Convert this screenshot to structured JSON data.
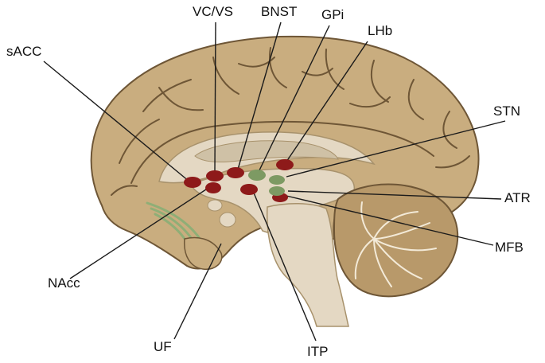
{
  "diagram": {
    "labels": {
      "vc_vs": "VC/VS",
      "bnst": "BNST",
      "gpi": "GPi",
      "lhb": "LHb",
      "sacc": "sACC",
      "stn": "STN",
      "atr": "ATR",
      "mfb": "MFB",
      "nacc": "NAcc",
      "uf": "UF",
      "itp": "ITP"
    },
    "colors": {
      "brain_fill": "#c9ad7f",
      "sulcus_line": "#6e5636",
      "inner_fill": "#e4d8c3",
      "ventricle_fill": "#cfc1a6",
      "cerebellum_fill": "#b8996a",
      "red_target": "#8e1a1a",
      "green_target": "#7d9a63",
      "tract_green": "#8fae76",
      "leader_line": "#1a1a1a"
    }
  }
}
